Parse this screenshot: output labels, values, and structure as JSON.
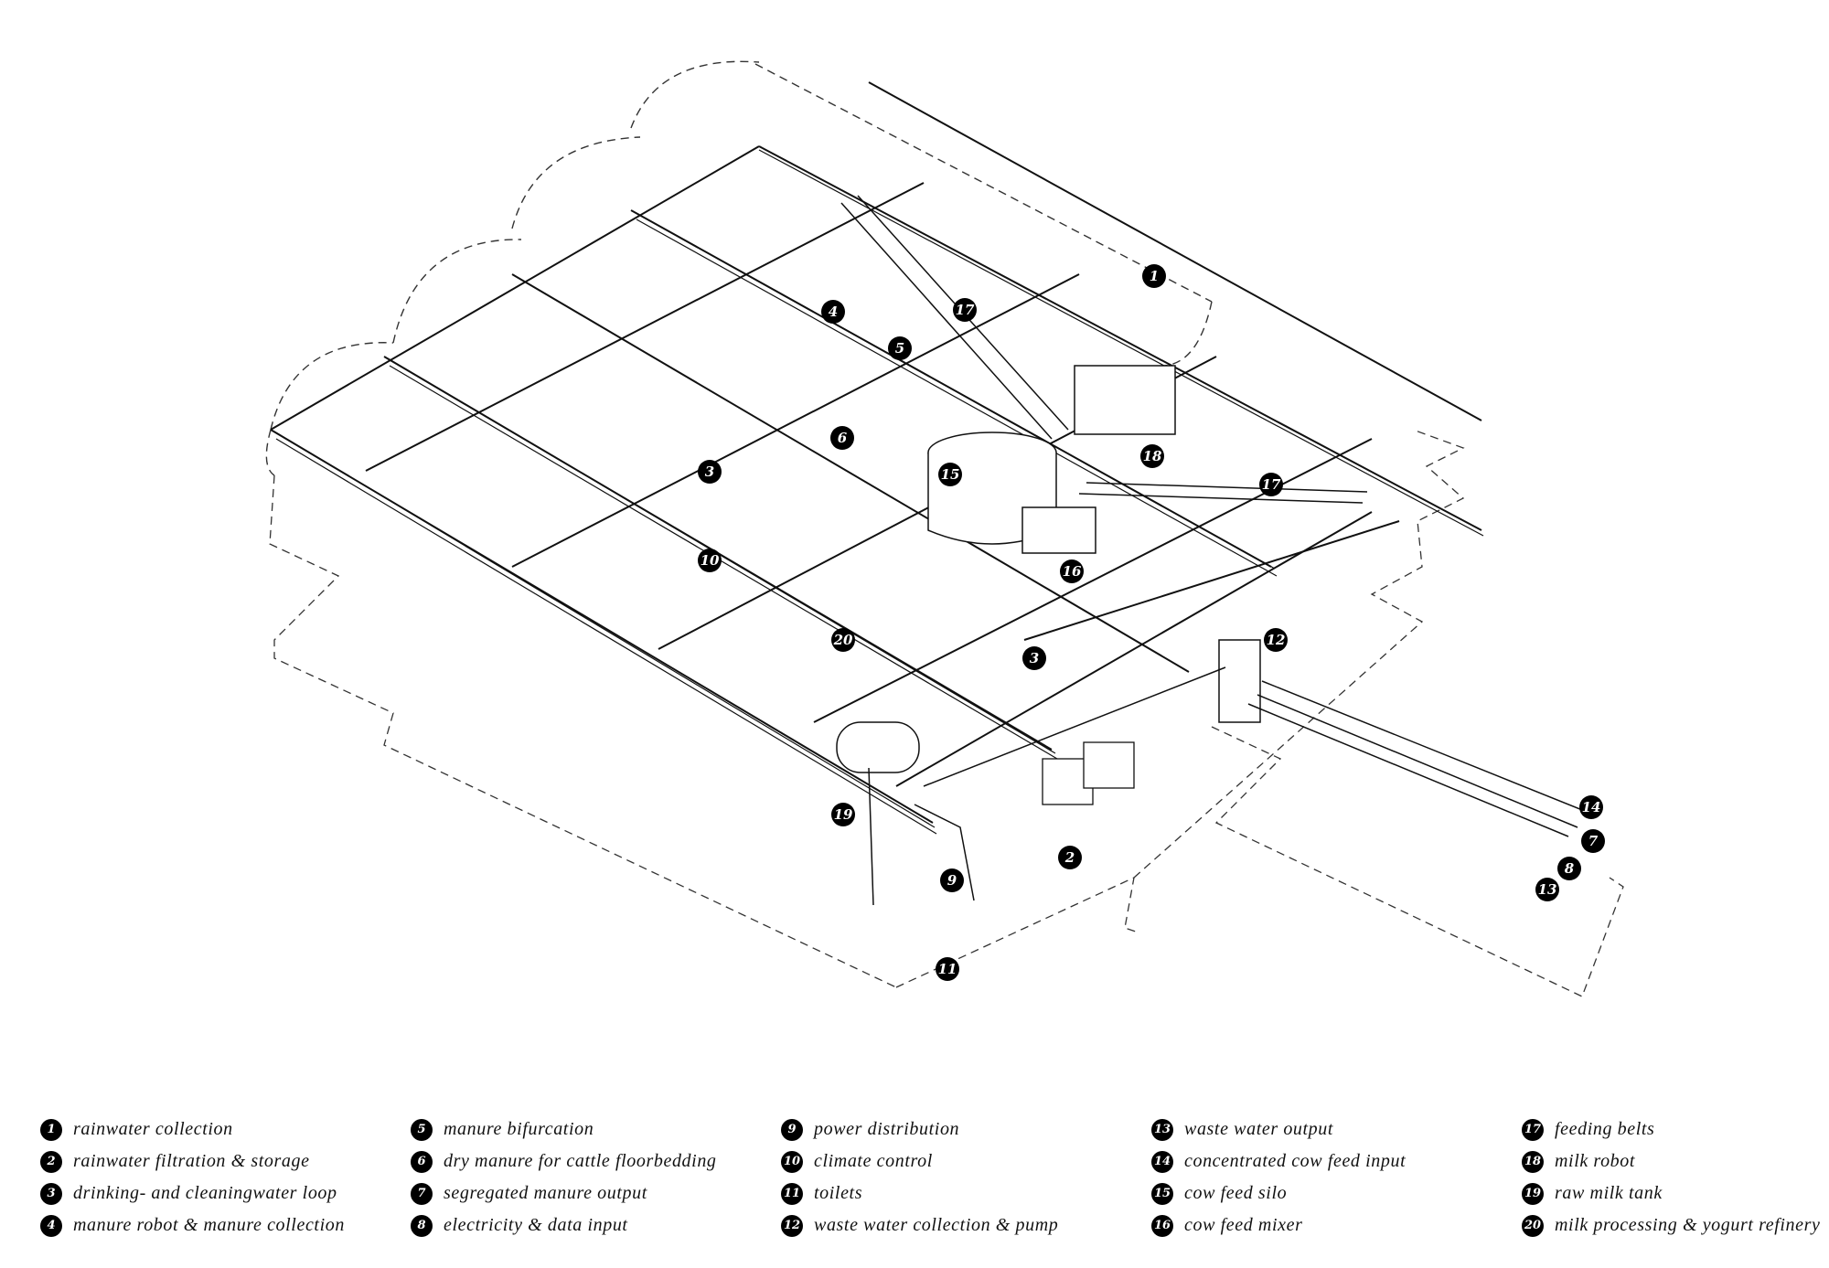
{
  "markers": [
    "1",
    "2",
    "3",
    "3",
    "4",
    "5",
    "6",
    "7",
    "8",
    "9",
    "10",
    "11",
    "12",
    "13",
    "14",
    "15",
    "16",
    "17",
    "17",
    "18",
    "19",
    "20"
  ],
  "legend": [
    [
      {
        "num": "1",
        "label": "rainwater collection"
      },
      {
        "num": "2",
        "label": "rainwater filtration & storage"
      },
      {
        "num": "3",
        "label": "drinking- and cleaningwater loop"
      },
      {
        "num": "4",
        "label": "manure robot & manure collection"
      }
    ],
    [
      {
        "num": "5",
        "label": "manure bifurcation"
      },
      {
        "num": "6",
        "label": "dry manure for cattle floorbedding"
      },
      {
        "num": "7",
        "label": "segregated manure output"
      },
      {
        "num": "8",
        "label": "electricity & data input"
      }
    ],
    [
      {
        "num": "9",
        "label": "power distribution"
      },
      {
        "num": "10",
        "label": "climate control"
      },
      {
        "num": "11",
        "label": "toilets"
      },
      {
        "num": "12",
        "label": "waste water collection & pump"
      }
    ],
    [
      {
        "num": "13",
        "label": "waste water output"
      },
      {
        "num": "14",
        "label": "concentrated cow feed input"
      },
      {
        "num": "15",
        "label": "cow feed silo"
      },
      {
        "num": "16",
        "label": "cow feed mixer"
      }
    ],
    [
      {
        "num": "17",
        "label": "feeding belts"
      },
      {
        "num": "18",
        "label": "milk robot"
      },
      {
        "num": "19",
        "label": "raw milk tank"
      },
      {
        "num": "20",
        "label": "milk processing & yogurt refinery"
      }
    ]
  ]
}
